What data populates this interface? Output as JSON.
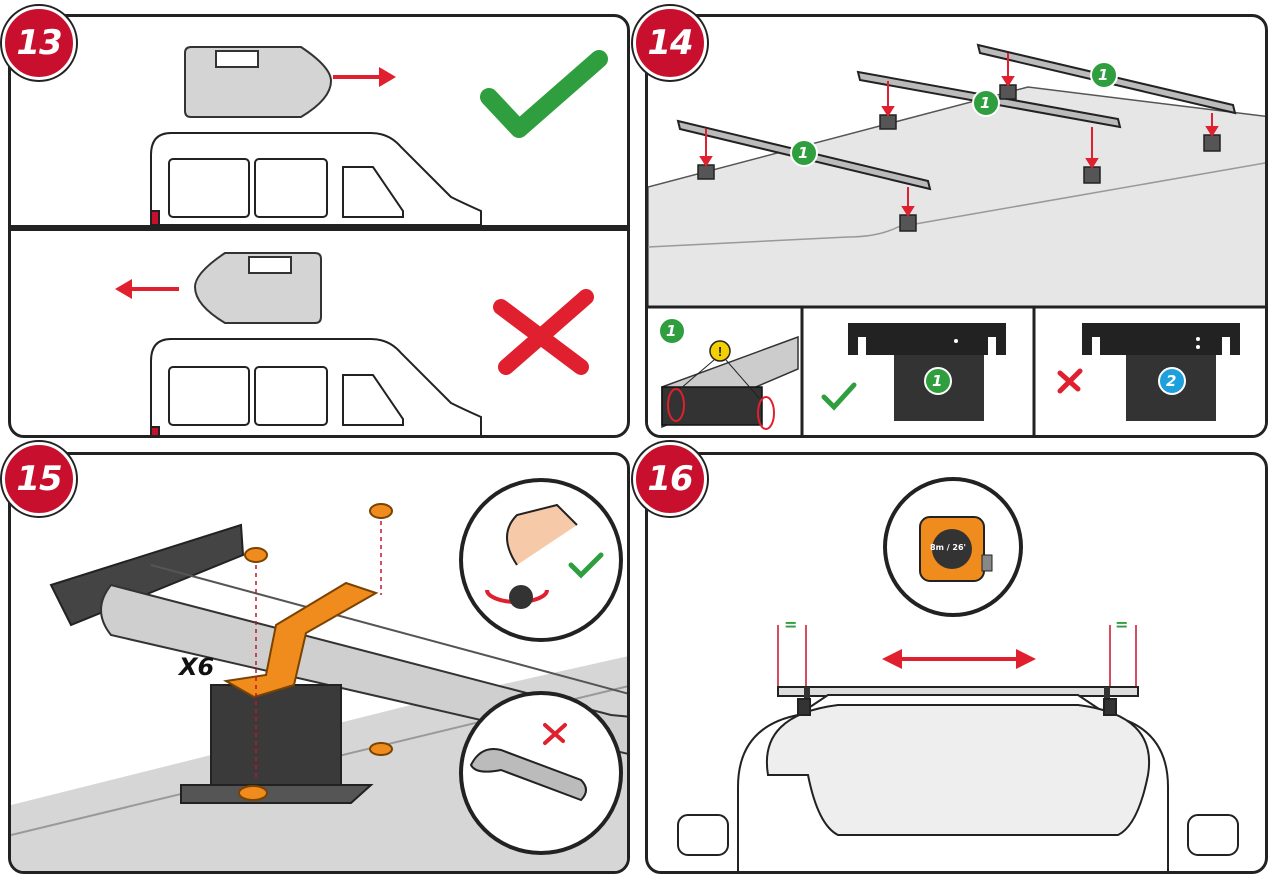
{
  "steps": {
    "s13": "13",
    "s14": "14",
    "s15": "15",
    "s16": "16"
  },
  "step14": {
    "callout_main": "1",
    "detail_callout_ok": "1",
    "detail_callout_bad": "2"
  },
  "step15": {
    "quantity": "X6"
  },
  "step16": {
    "tape_text": "8m / 26'",
    "equal_mark": "="
  },
  "colors": {
    "accent_red": "#c8102e",
    "check_green": "#2e9e3e",
    "orange": "#f08c1e",
    "callout_blue": "#1ea0dc"
  }
}
